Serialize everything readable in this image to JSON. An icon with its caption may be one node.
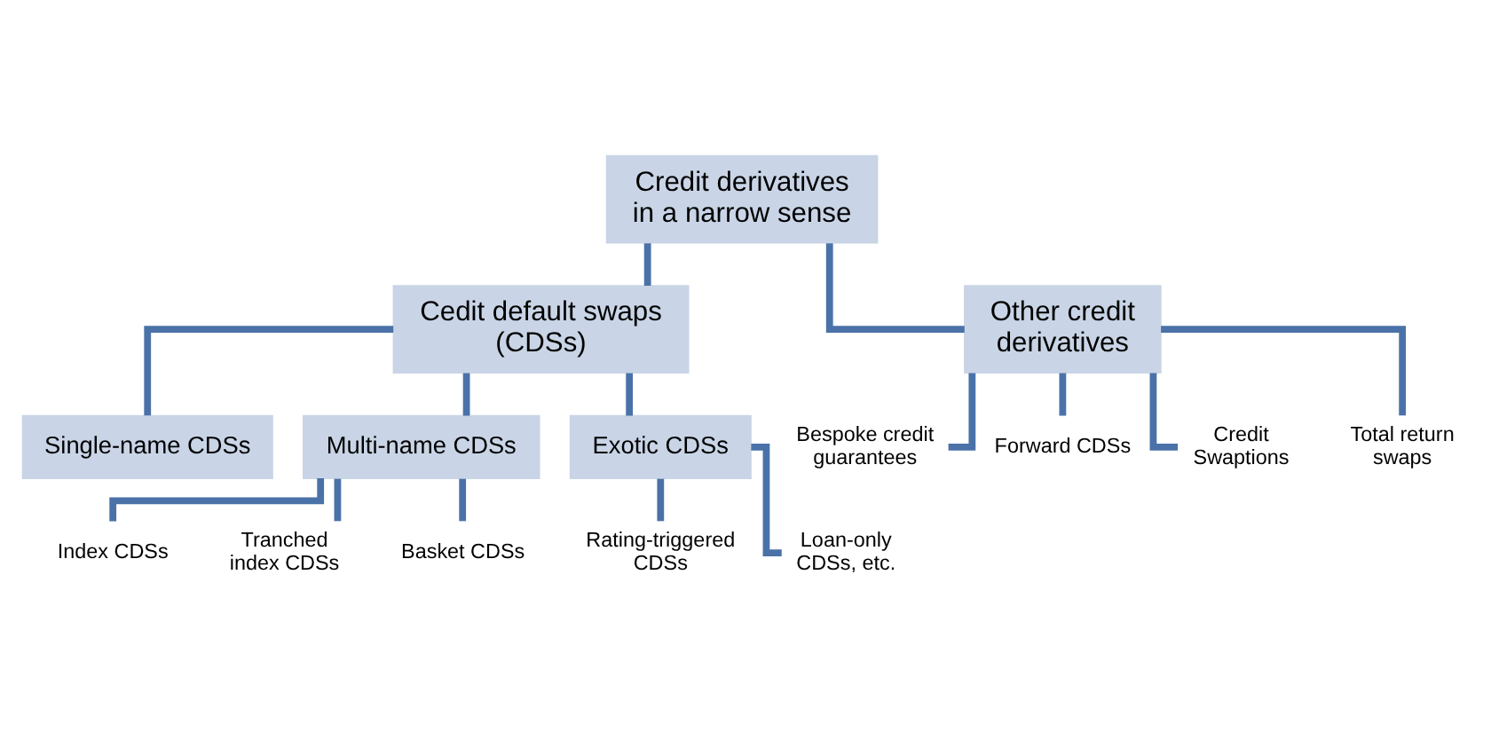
{
  "diagram": {
    "nodes": [
      {
        "text": [
          "Credit derivatives in a narrow sense"
        ]
      },
      {
        "text": [
          "Cedit default swaps (CDSs)"
        ]
      },
      {
        "text": [
          "Other credit derivatives"
        ]
      },
      {
        "text": [
          "Single-name CDSs"
        ]
      },
      {
        "text": [
          "Multi-name CDSs"
        ]
      },
      {
        "text": [
          "Exotic CDSs"
        ]
      },
      {
        "text": [
          "Index CDSs"
        ]
      },
      {
        "text": [
          "Tranched index CDSs"
        ]
      },
      {
        "text": [
          "Basket CDSs"
        ]
      },
      {
        "text": [
          "Rating-triggered CDSs"
        ]
      },
      {
        "text": [
          "Loan-only CDSs, etc."
        ]
      },
      {
        "text": [
          "Bespoke credit guarantees"
        ]
      },
      {
        "text": [
          "Forward CDSs"
        ]
      },
      {
        "text": [
          "Credit Swaptions"
        ]
      },
      {
        "text": [
          "Total return swaps"
        ]
      }
    ],
    "edges": [
      {
        "from": 0,
        "to": 1,
        "arrow": "none"
      },
      {
        "from": 0,
        "to": 2,
        "arrow": "none"
      },
      {
        "from": 1,
        "to": 3,
        "arrow": "none"
      },
      {
        "from": 1,
        "to": 4,
        "arrow": "none"
      },
      {
        "from": 1,
        "to": 5,
        "arrow": "none"
      },
      {
        "from": 4,
        "to": 6,
        "arrow": "none"
      },
      {
        "from": 4,
        "to": 7,
        "arrow": "none"
      },
      {
        "from": 4,
        "to": 8,
        "arrow": "none"
      },
      {
        "from": 5,
        "to": 9,
        "arrow": "none"
      },
      {
        "from": 5,
        "to": 10,
        "arrow": "none"
      },
      {
        "from": 2,
        "to": 11,
        "arrow": "none"
      },
      {
        "from": 2,
        "to": 12,
        "arrow": "none"
      },
      {
        "from": 2,
        "to": 13,
        "arrow": "none"
      },
      {
        "from": 2,
        "to": 14,
        "arrow": "none"
      }
    ]
  }
}
